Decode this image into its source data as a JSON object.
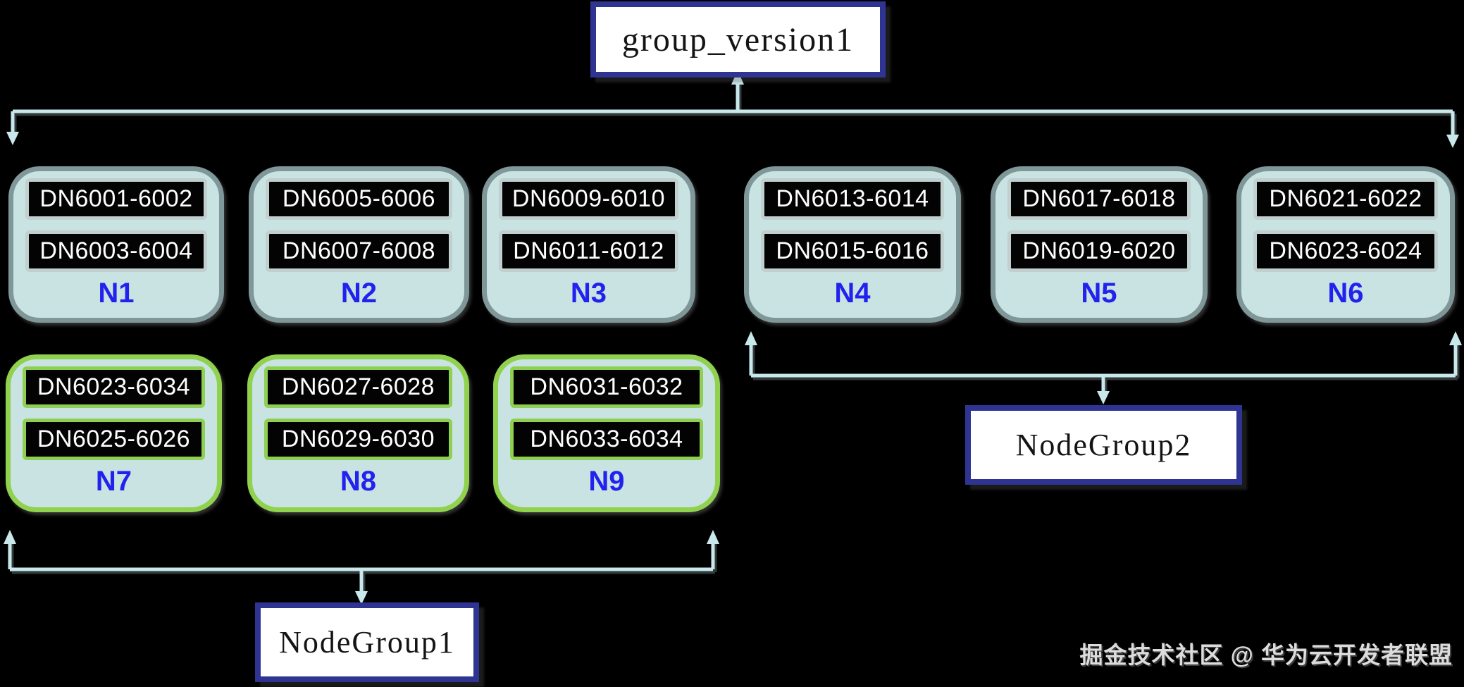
{
  "title_box": {
    "label": "group_version1"
  },
  "node_group_labels": {
    "ng1": "NodeGroup1",
    "ng2": "NodeGroup2"
  },
  "nodes": [
    {
      "id": "N1",
      "style": "teal",
      "dns": [
        "DN6001-6002",
        "DN6003-6004"
      ]
    },
    {
      "id": "N2",
      "style": "teal",
      "dns": [
        "DN6005-6006",
        "DN6007-6008"
      ]
    },
    {
      "id": "N3",
      "style": "teal",
      "dns": [
        "DN6009-6010",
        "DN6011-6012"
      ]
    },
    {
      "id": "N4",
      "style": "teal",
      "dns": [
        "DN6013-6014",
        "DN6015-6016"
      ]
    },
    {
      "id": "N5",
      "style": "teal",
      "dns": [
        "DN6017-6018",
        "DN6019-6020"
      ]
    },
    {
      "id": "N6",
      "style": "teal",
      "dns": [
        "DN6021-6022",
        "DN6023-6024"
      ]
    },
    {
      "id": "N7",
      "style": "green",
      "dns": [
        "DN6023-6034",
        "DN6025-6026"
      ]
    },
    {
      "id": "N8",
      "style": "green",
      "dns": [
        "DN6027-6028",
        "DN6029-6030"
      ]
    },
    {
      "id": "N9",
      "style": "green",
      "dns": [
        "DN6031-6032",
        "DN6033-6034"
      ]
    }
  ],
  "watermark": {
    "text": "掘金技术社区 @ 华为云开发者联盟"
  },
  "colors": {
    "background": "#000000",
    "node_fill": "#c9e3e2",
    "node_border_teal": "#7f9798",
    "node_border_green": "#90d14e",
    "bar_fill": "#030303",
    "bar_border_teal": "#c2cfcf",
    "bar_border_green": "#8fd052",
    "bar_text": "#ffffff",
    "node_id_blue": "#2222ee",
    "label_box_border": "#2f3493",
    "label_box_fill": "#ffffff",
    "connector": "#c9e8ec"
  }
}
